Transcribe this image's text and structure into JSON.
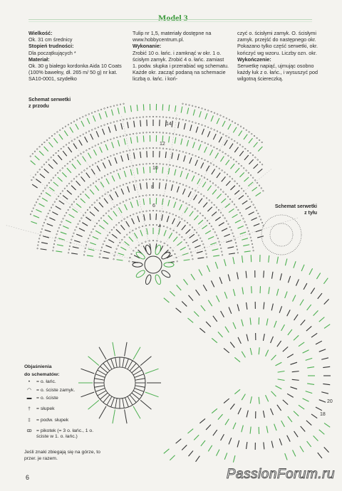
{
  "model_title": "Model 3",
  "column1": {
    "size_heading": "Wielkość:",
    "size_text": "Ok. 31 cm średnicy",
    "difficulty_heading": "Stopień trudności:",
    "difficulty_text": "Dla początkujących *",
    "material_heading": "Materiał:",
    "material_text": "Ok. 30 g białego kordonka Aida 10 Coats (100% bawełny, dł. 265 m/ 50 g) nr kat. SA10-0001, szydełko"
  },
  "column2": {
    "text1": "Tulip nr 1,5, materiały dostępne na www.hobbycentrum.pl.",
    "work_heading": "Wykonanie:",
    "work_text": "Zrobić 10 o. łańc. i zamknąć w okr. 1 o. ścisłym zamyk. Zrobić 4 o. łańc. zamiast 1. podw. słupka i przerabiać wg schematu. Każde okr. zacząć podaną na schemacie liczbą o. łańc. i koń-"
  },
  "column3": {
    "text1": "czyć o. ścisłymi zamyk. O. ścisłymi zamyk. przejść do następnego okr. Pokazano tylko część serwetki, okr. kończyć wg wzoru. Liczby ozn. okr.",
    "finish_heading": "Wykończenie:",
    "finish_text": "Serwetkę napiąć, ujmując osobno każdy łuk z o. łańc., i wysuszyć pod wilgotną ściereczką."
  },
  "diagram_front_label_1": "Schemat serwetki",
  "diagram_front_label_2": "z przodu",
  "diagram_back_label_1": "Schemat serwetki",
  "diagram_back_label_2": "z tyłu",
  "round_numbers": [
    "14",
    "12",
    "10",
    "8",
    "6",
    "4",
    "2"
  ],
  "back_round_numbers": [
    "20",
    "18"
  ],
  "legend": {
    "heading_1": "Objaśnienia",
    "heading_2": "do schematów:",
    "items": [
      {
        "symbol": "•",
        "text": "= o. łańc."
      },
      {
        "symbol": "◠",
        "text": "= o. ściste zamyk."
      },
      {
        "symbol": "▬",
        "text": "= o. ściste"
      },
      {
        "symbol": "†",
        "text": "= słupek"
      },
      {
        "symbol": "‡",
        "text": "= podw. słupek"
      },
      {
        "symbol": "ꝏ",
        "text": "= pikotek (= 3 o. łańc., 1 o. ściste w 1. o. łańc.)"
      }
    ]
  },
  "note": "Jeśli znaki zbiegają się na górze, to przer. je razem.",
  "page_number": "6",
  "watermark": "PassionForum.ru",
  "colors": {
    "accent_green": "#3c9a3c",
    "stitch_dark": "#333333",
    "stitch_green": "#4caf50"
  }
}
